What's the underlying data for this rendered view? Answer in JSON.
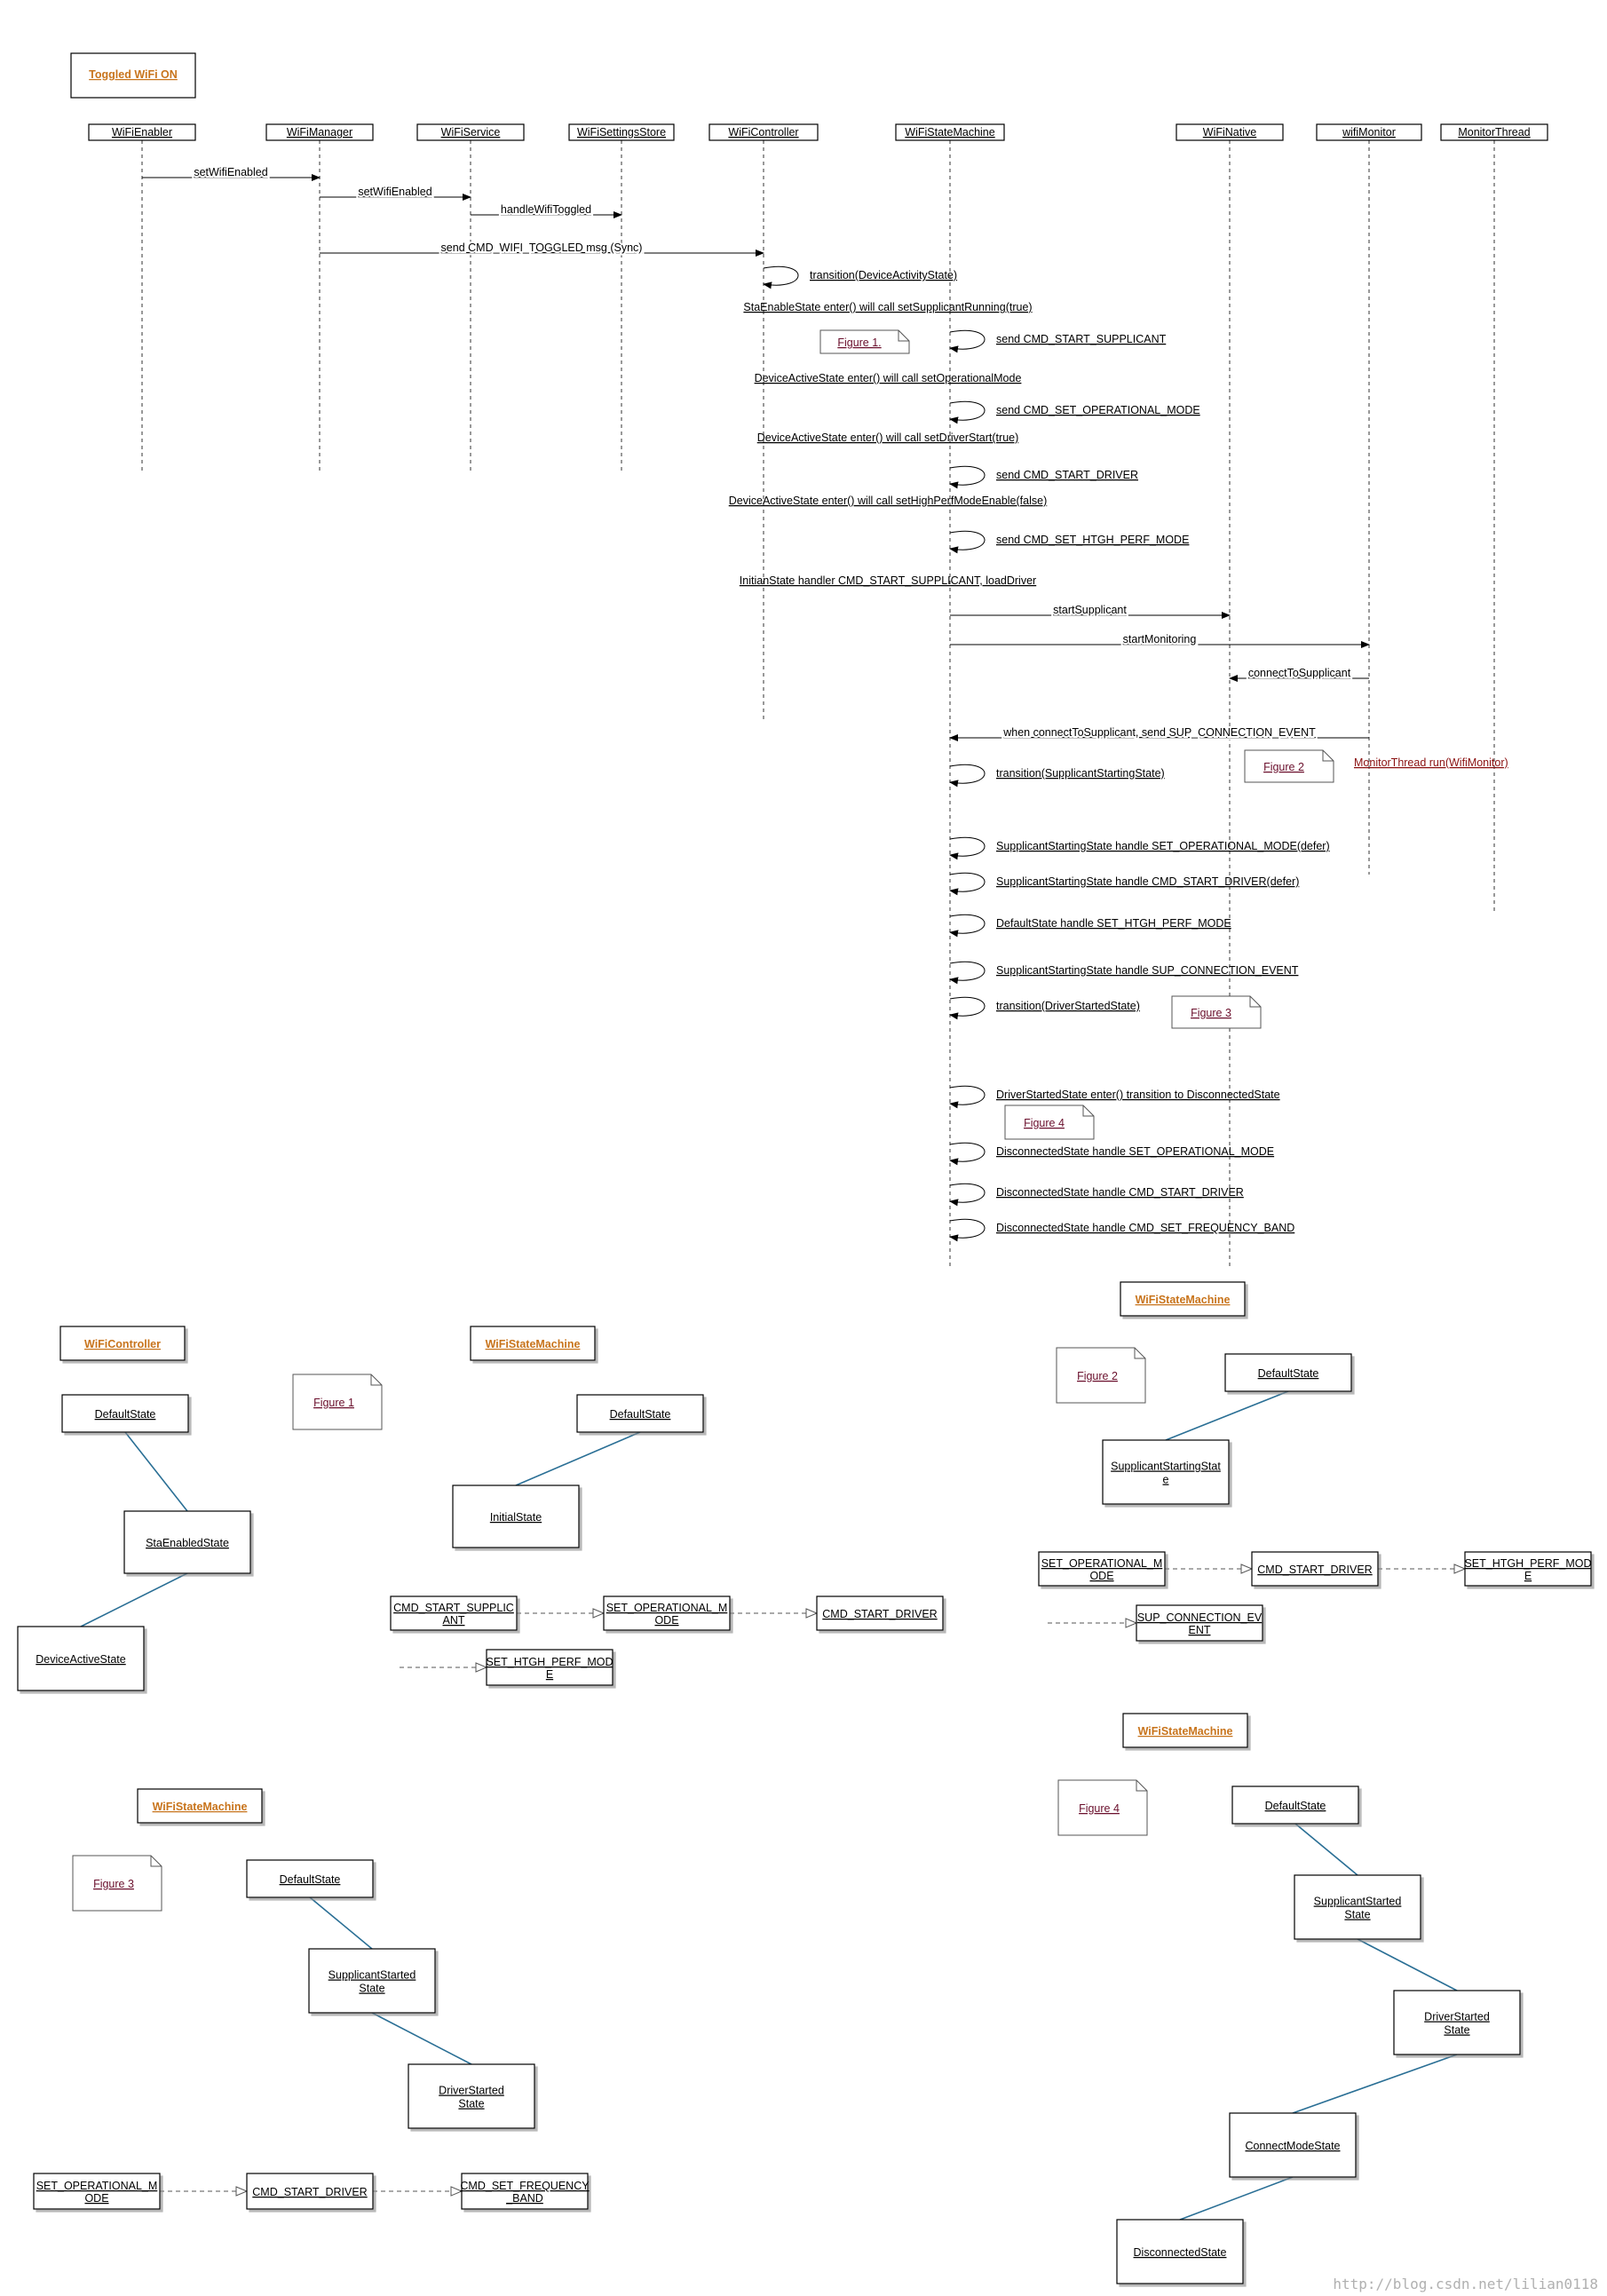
{
  "title": "Toggled WiFi ON",
  "lifelines": [
    {
      "id": "enabler",
      "label": "WiFiEnabler"
    },
    {
      "id": "manager",
      "label": "WiFiManager"
    },
    {
      "id": "service",
      "label": "WiFiService"
    },
    {
      "id": "store",
      "label": "WiFiSettingsStore"
    },
    {
      "id": "controller",
      "label": "WiFiController"
    },
    {
      "id": "statemachine",
      "label": "WiFiStateMachine"
    },
    {
      "id": "native",
      "label": "WiFiNative"
    },
    {
      "id": "monitor",
      "label": "wifiMonitor"
    },
    {
      "id": "thread",
      "label": "MonitorThread"
    }
  ],
  "messages": [
    {
      "from": "enabler",
      "to": "manager",
      "label": "setWifiEnabled"
    },
    {
      "from": "manager",
      "to": "service",
      "label": "setWifiEnabled"
    },
    {
      "from": "service",
      "to": "store",
      "label": "handleWifiToggled"
    },
    {
      "from": "manager",
      "to": "controller",
      "label": "send CMD_WIFI_TOGGLED msg (Sync)"
    },
    {
      "self": "controller",
      "label": "transition(DeviceActivityState)"
    },
    {
      "note": "StaEnableState enter() will call setSupplicantRunning(true)"
    },
    {
      "self": "statemachine",
      "label": "send CMD_START_SUPPLICANT",
      "figure": "Figure 1."
    },
    {
      "note": "DeviceActiveState enter() will call setOperationalMode"
    },
    {
      "self": "statemachine",
      "label": "send CMD_SET_OPERATIONAL_MODE"
    },
    {
      "note": "DeviceActiveState enter() will call setDriverStart(true)"
    },
    {
      "self": "statemachine",
      "label": "send CMD_START_DRIVER"
    },
    {
      "note": "DeviceActiveState enter() will call setHighPerfModeEnable(false)"
    },
    {
      "self": "statemachine",
      "label": "send CMD_SET_HTGH_PERF_MODE"
    },
    {
      "note": "InitianState handler CMD_START_SUPPLICANT, loadDriver"
    },
    {
      "from": "statemachine",
      "to": "native",
      "label": "startSupplicant"
    },
    {
      "from": "statemachine",
      "to": "monitor",
      "label": "startMonitoring"
    },
    {
      "from": "monitor",
      "to": "native",
      "label": "connectToSupplicant"
    },
    {
      "from": "monitor",
      "to": "statemachine",
      "label": "when connectToSupplicant, send SUP_CONNECTION_EVENT"
    },
    {
      "self": "statemachine",
      "label": "transition(SupplicantStartingState)",
      "figure": "Figure 2"
    },
    {
      "self": "statemachine",
      "label": "SupplicantStartingState handle SET_OPERATIONAL_MODE(defer)"
    },
    {
      "self": "statemachine",
      "label": "SupplicantStartingState handle CMD_START_DRIVER(defer)"
    },
    {
      "self": "statemachine",
      "label": "DefaultState handle SET_HTGH_PERF_MODE"
    },
    {
      "self": "statemachine",
      "label": "SupplicantStartingState handle SUP_CONNECTION_EVENT"
    },
    {
      "self": "statemachine",
      "label": "transition(DriverStartedState)",
      "figure": "Figure 3"
    },
    {
      "self": "statemachine",
      "label": "DriverStartedState enter() transition to DisconnectedState",
      "figure": "Figure 4"
    },
    {
      "self": "statemachine",
      "label": "DisconnectedState handle SET_OPERATIONAL_MODE"
    },
    {
      "self": "statemachine",
      "label": "DisconnectedState handle CMD_START_DRIVER"
    },
    {
      "self": "statemachine",
      "label": "DisconnectedState handle CMD_SET_FREQUENCY_BAND"
    }
  ],
  "monitor_thread_label": "MonitorThread run(WifiMonitor)",
  "panels": [
    {
      "title": "WiFiController",
      "note": "Figure 1",
      "states": [
        {
          "id": "p1_default",
          "lines": [
            "DefaultState"
          ]
        },
        {
          "id": "p1_sta",
          "lines": [
            "StaEnabledState"
          ]
        },
        {
          "id": "p1_dev",
          "lines": [
            "DeviceActiveState"
          ]
        }
      ],
      "links": [
        [
          "p1_default",
          "p1_sta"
        ],
        [
          "p1_sta",
          "p1_dev"
        ]
      ],
      "queue": [],
      "queue_links": []
    },
    {
      "title": "WiFiStateMachine",
      "note": "",
      "states": [
        {
          "id": "p2_default",
          "lines": [
            "DefaultState"
          ]
        },
        {
          "id": "p2_initial",
          "lines": [
            "InitialState"
          ]
        }
      ],
      "links": [
        [
          "p2_default",
          "p2_initial"
        ]
      ],
      "queue": [
        {
          "id": "p2_q1",
          "lines": [
            "CMD_START_SUPPLIC",
            "ANT"
          ]
        },
        {
          "id": "p2_q2",
          "lines": [
            "SET_OPERATIONAL_M",
            "ODE"
          ]
        },
        {
          "id": "p2_q3",
          "lines": [
            "CMD_START_DRIVER"
          ]
        },
        {
          "id": "p2_q4",
          "lines": [
            "SET_HTGH_PERF_MOD",
            "E"
          ]
        }
      ],
      "queue_links": [
        [
          "p2_q1",
          "p2_q2"
        ],
        [
          "p2_q2",
          "p2_q3"
        ],
        [
          "",
          "p2_q4"
        ]
      ]
    },
    {
      "title": "WiFiStateMachine",
      "note": "Figure 2",
      "states": [
        {
          "id": "p3_default",
          "lines": [
            "DefaultState"
          ]
        },
        {
          "id": "p3_supp",
          "lines": [
            "SupplicantStartingStat",
            "e"
          ]
        }
      ],
      "links": [
        [
          "p3_default",
          "p3_supp"
        ]
      ],
      "queue": [
        {
          "id": "p3_q1",
          "lines": [
            "SET_OPERATIONAL_M",
            "ODE"
          ]
        },
        {
          "id": "p3_q2",
          "lines": [
            "CMD_START_DRIVER"
          ]
        },
        {
          "id": "p3_q3",
          "lines": [
            "SET_HTGH_PERF_MOD",
            "E"
          ]
        },
        {
          "id": "p3_q4",
          "lines": [
            "SUP_CONNECTION_EV",
            "ENT"
          ]
        }
      ],
      "queue_links": [
        [
          "p3_q1",
          "p3_q2"
        ],
        [
          "p3_q2",
          "p3_q3"
        ],
        [
          "",
          "p3_q4"
        ]
      ]
    },
    {
      "title": "WiFiStateMachine",
      "note": "Figure 3",
      "states": [
        {
          "id": "p4_default",
          "lines": [
            "DefaultState"
          ]
        },
        {
          "id": "p4_supp",
          "lines": [
            "SupplicantStarted",
            "State"
          ]
        },
        {
          "id": "p4_drv",
          "lines": [
            "DriverStarted",
            "State"
          ]
        }
      ],
      "links": [
        [
          "p4_default",
          "p4_supp"
        ],
        [
          "p4_supp",
          "p4_drv"
        ]
      ],
      "queue": [
        {
          "id": "p4_q1",
          "lines": [
            "SET_OPERATIONAL_M",
            "ODE"
          ]
        },
        {
          "id": "p4_q2",
          "lines": [
            "CMD_START_DRIVER"
          ]
        },
        {
          "id": "p4_q3",
          "lines": [
            "CMD_SET_FREQUENCY",
            "_BAND"
          ]
        }
      ],
      "queue_links": [
        [
          "p4_q1",
          "p4_q2"
        ],
        [
          "p4_q2",
          "p4_q3"
        ]
      ]
    },
    {
      "title": "WiFiStateMachine",
      "note": "Figure 4",
      "states": [
        {
          "id": "p5_default",
          "lines": [
            "DefaultState"
          ]
        },
        {
          "id": "p5_supp",
          "lines": [
            "SupplicantStarted",
            "State"
          ]
        },
        {
          "id": "p5_drv",
          "lines": [
            "DriverStarted",
            "State"
          ]
        },
        {
          "id": "p5_conn",
          "lines": [
            "ConnectModeState"
          ]
        },
        {
          "id": "p5_disc",
          "lines": [
            "DisconnectedState"
          ]
        }
      ],
      "links": [
        [
          "p5_default",
          "p5_supp"
        ],
        [
          "p5_supp",
          "p5_drv"
        ],
        [
          "p5_drv",
          "p5_conn"
        ],
        [
          "p5_conn",
          "p5_disc"
        ]
      ],
      "queue": [],
      "queue_links": []
    }
  ],
  "watermark": "http://blog.csdn.net/lilian0118"
}
